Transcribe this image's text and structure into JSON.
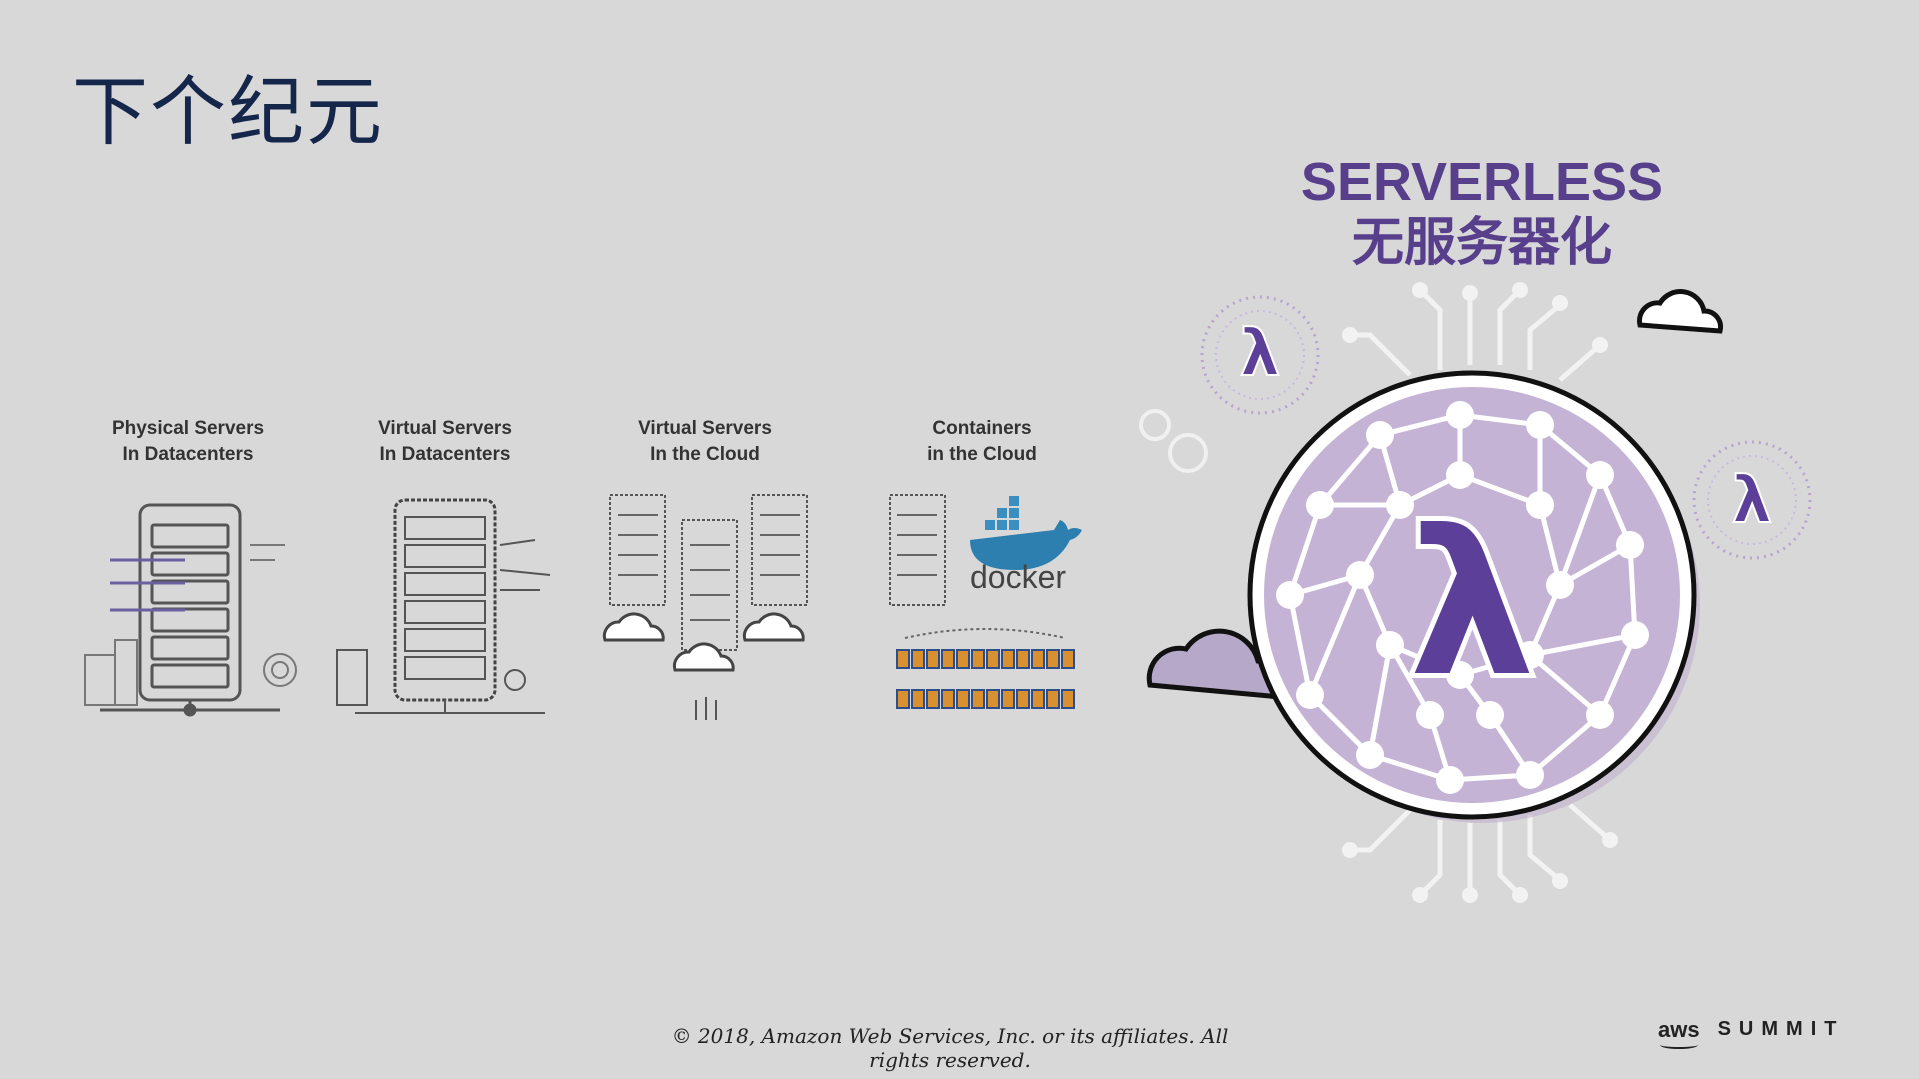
{
  "slide": {
    "title": "下个纪元",
    "serverless_en": "SERVERLESS",
    "serverless_zh": "无服务器化",
    "stages": [
      {
        "line1": "Physical Servers",
        "line2": "In Datacenters"
      },
      {
        "line1": "Virtual Servers",
        "line2": "In Datacenters"
      },
      {
        "line1": "Virtual Servers",
        "line2": "In the Cloud"
      },
      {
        "line1": "Containers",
        "line2": "in the Cloud"
      }
    ],
    "docker_label": "docker",
    "lambda_symbol": "λ",
    "footer": "© 2018, Amazon Web Services, Inc. or its affiliates. All rights reserved.",
    "logo_aws": "aws",
    "logo_summit": "SUMMIT"
  },
  "colors": {
    "background": "#d8d8d8",
    "title": "#14264a",
    "serverless": "#573f8c",
    "lambda_sphere": "#c4b3d5",
    "cloud_fill": "#b5a8c8"
  },
  "icons": [
    "server-rack-icon",
    "building-icon",
    "cloud-icon",
    "docker-whale-icon",
    "lambda-icon",
    "gear-icon",
    "circuit-icon"
  ]
}
